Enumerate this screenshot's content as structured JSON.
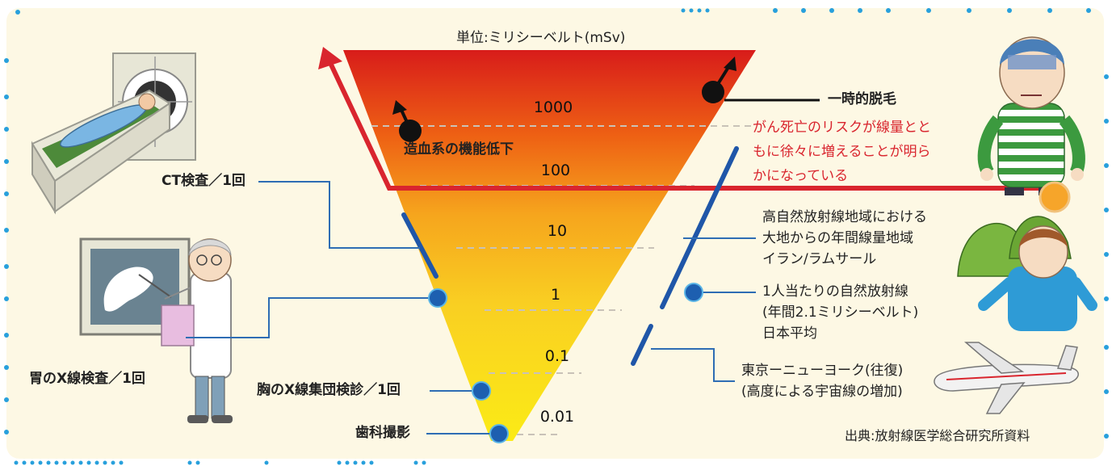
{
  "unit_title": "単位:ミリシーベルト(mSv)",
  "scale_values": [
    "1000",
    "100",
    "10",
    "1",
    "0.1",
    "0.01"
  ],
  "left_labels": {
    "ct": "CT検査／1回",
    "stomach": "胃のX線検査／1回",
    "chest": "胸のX線集団検診／1回",
    "dental": "歯科撮影"
  },
  "inside_labels": {
    "hematopoietic": "造血系の機能低下"
  },
  "right_labels": {
    "hair_loss": "一時的脱毛",
    "cancer_risk": [
      "がん死亡のリスクが線量とと",
      "もに徐々に増えることが明ら",
      "かになっている"
    ],
    "ramsar": [
      "高自然放射線地域における",
      "大地からの年間線量地域",
      "イラン/ラムサール"
    ],
    "natural": [
      "1人当たりの自然放射線",
      "(年間2.1ミリシーベルト)",
      "日本平均"
    ],
    "flight": [
      "東京ーニューヨーク(往復)",
      "(高度による宇宙線の増加)"
    ]
  },
  "source": "出典:放射線医学総合研究所資料",
  "colors": {
    "accent_red": "#d9252e",
    "line_blue": "#2e6db4",
    "dot_blue": "#1d5fb0",
    "dot_border": "#5ab5e6",
    "panel": "#fdf8e4"
  }
}
